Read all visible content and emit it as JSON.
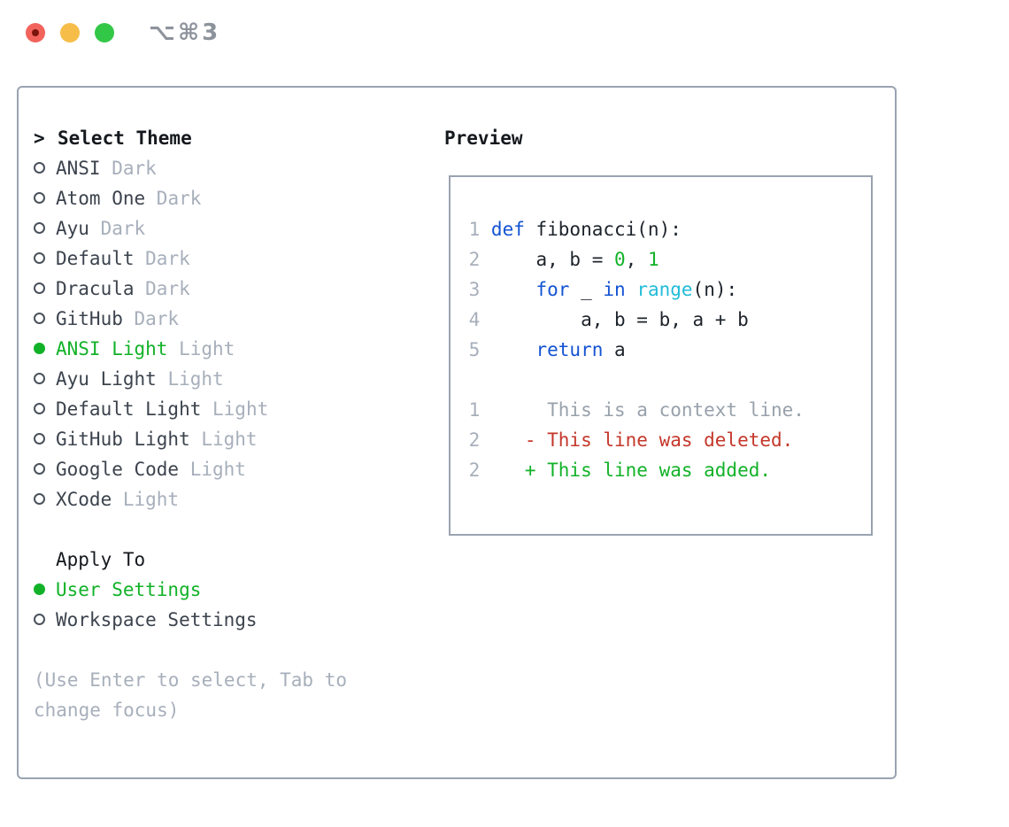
{
  "window": {
    "title": "⌥⌘3",
    "traffic_lights": [
      {
        "name": "close"
      },
      {
        "name": "minimize"
      },
      {
        "name": "zoom"
      }
    ]
  },
  "panel": {
    "theme_list": {
      "header_prefix": ">",
      "header": "Select Theme",
      "items": [
        {
          "name": "ANSI",
          "variant": "Dark",
          "selected": false
        },
        {
          "name": "Atom One",
          "variant": "Dark",
          "selected": false
        },
        {
          "name": "Ayu",
          "variant": "Dark",
          "selected": false
        },
        {
          "name": "Default",
          "variant": "Dark",
          "selected": false
        },
        {
          "name": "Dracula",
          "variant": "Dark",
          "selected": false
        },
        {
          "name": "GitHub",
          "variant": "Dark",
          "selected": false
        },
        {
          "name": "ANSI Light",
          "variant": "Light",
          "selected": true
        },
        {
          "name": "Ayu Light",
          "variant": "Light",
          "selected": false
        },
        {
          "name": "Default Light",
          "variant": "Light",
          "selected": false
        },
        {
          "name": "GitHub Light",
          "variant": "Light",
          "selected": false
        },
        {
          "name": "Google Code",
          "variant": "Light",
          "selected": false
        },
        {
          "name": "XCode",
          "variant": "Light",
          "selected": false
        }
      ]
    },
    "apply_to": {
      "label": "Apply To",
      "options": [
        {
          "label": "User Settings",
          "selected": true
        },
        {
          "label": "Workspace Settings",
          "selected": false
        }
      ]
    },
    "hint": "(Use Enter to select, Tab to change focus)",
    "preview": {
      "header": "Preview",
      "lines": [
        {
          "num": "1",
          "tokens": [
            {
              "text": "def",
              "color": "keyword"
            },
            {
              "text": " fibonacci(n):",
              "color": "default"
            }
          ]
        },
        {
          "num": "2",
          "tokens": [
            {
              "text": "    a, b = ",
              "color": "default"
            },
            {
              "text": "0",
              "color": "number"
            },
            {
              "text": ", ",
              "color": "default"
            },
            {
              "text": "1",
              "color": "number"
            }
          ]
        },
        {
          "num": "3",
          "tokens": [
            {
              "text": "    ",
              "color": "default"
            },
            {
              "text": "for",
              "color": "keyword"
            },
            {
              "text": " _ ",
              "color": "default"
            },
            {
              "text": "in",
              "color": "keyword"
            },
            {
              "text": " ",
              "color": "default"
            },
            {
              "text": "range",
              "color": "builtin"
            },
            {
              "text": "(n):",
              "color": "default"
            }
          ]
        },
        {
          "num": "4",
          "tokens": [
            {
              "text": "        a, b = b, a + b",
              "color": "default"
            }
          ]
        },
        {
          "num": "5",
          "tokens": [
            {
              "text": "    ",
              "color": "default"
            },
            {
              "text": "return",
              "color": "keyword"
            },
            {
              "text": " a",
              "color": "default"
            }
          ]
        },
        {
          "num": "",
          "tokens": []
        },
        {
          "num": "1",
          "tokens": [
            {
              "text": "     This is a context line.",
              "color": "context"
            }
          ]
        },
        {
          "num": "2",
          "tokens": [
            {
              "text": "   - This line was deleted.",
              "color": "deleted"
            }
          ]
        },
        {
          "num": "2",
          "tokens": [
            {
              "text": "   + This line was added.",
              "color": "added"
            }
          ]
        }
      ]
    }
  },
  "colors": {
    "green": "#12b228",
    "blue": "#1353d3",
    "cyan": "#22bcd8",
    "red": "#c4372a",
    "text": "#15191e",
    "code_text": "#1d232b",
    "name": "#3c434d",
    "ring": "#4a515b",
    "muted": "#a7afbb",
    "context": "#98a1ab",
    "border": "#9aa3b0",
    "title_text": "#8d939c",
    "traffic_red": "#f2635c",
    "traffic_red_dot": "#7a150d",
    "traffic_yellow": "#f7bd49",
    "traffic_green": "#33c748"
  }
}
